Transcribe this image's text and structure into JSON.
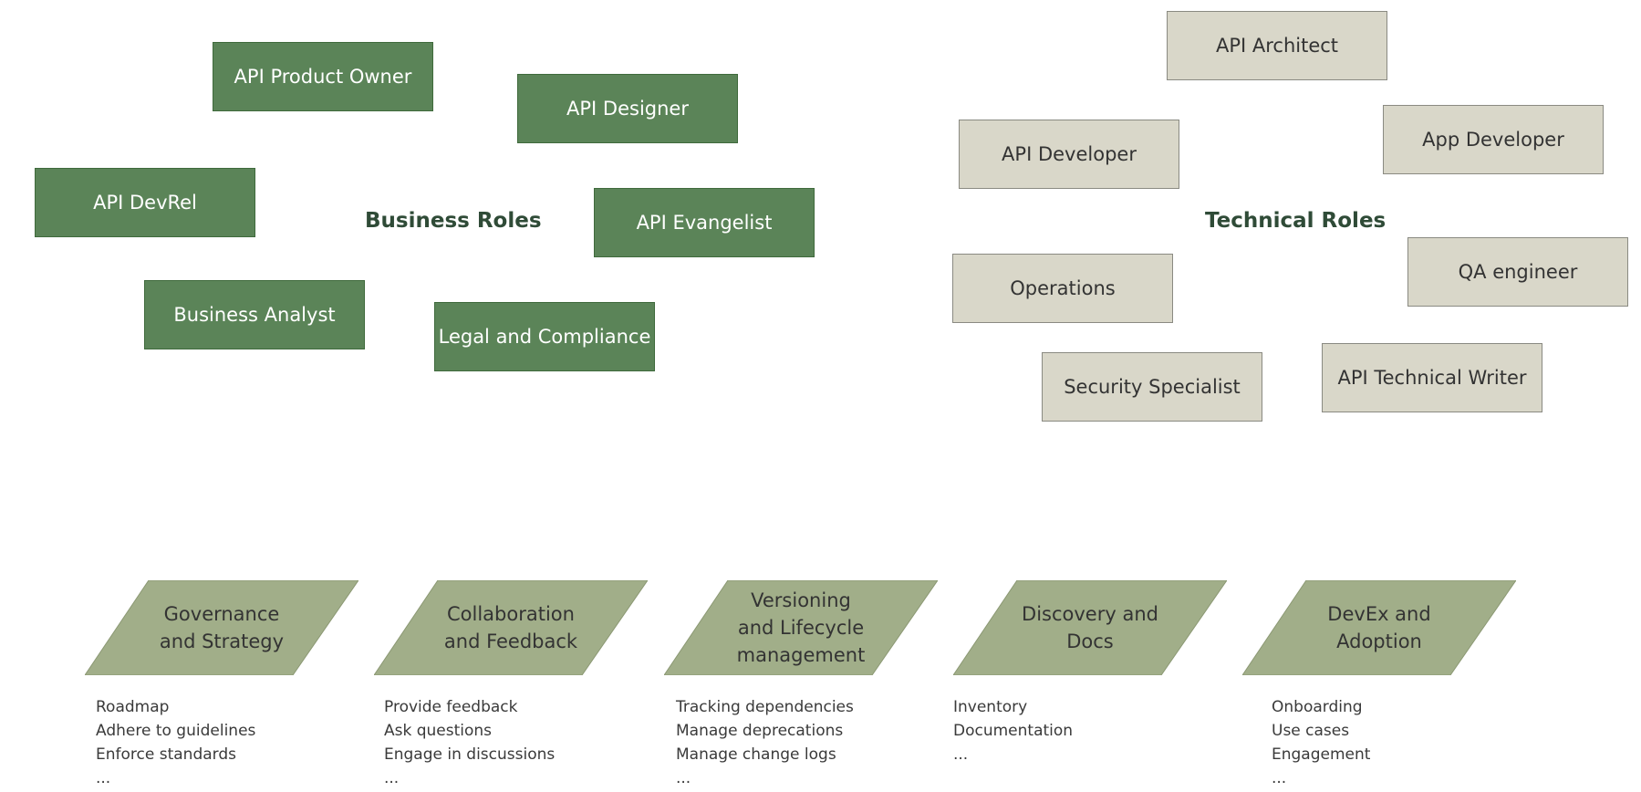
{
  "business": {
    "title": "Business Roles",
    "roles": [
      "API Product Owner",
      "API Designer",
      "API DevRel",
      "API Evangelist",
      "Business Analyst",
      "Legal and Compliance"
    ]
  },
  "technical": {
    "title": "Technical Roles",
    "roles": [
      "API Architect",
      "API Developer",
      "App Developer",
      "Operations",
      "QA engineer",
      "Security Specialist",
      "API Technical Writer"
    ]
  },
  "colors": {
    "business_box": "#5b8458",
    "technical_box": "#d9d7c9",
    "area_shape": "#a1ae89",
    "title_text": "#2f4b37"
  },
  "areas": [
    {
      "label": "Governance\nand Strategy",
      "items": [
        "Roadmap",
        "Adhere to guidelines",
        "Enforce standards",
        "..."
      ]
    },
    {
      "label": "Collaboration\nand Feedback",
      "items": [
        "Provide feedback",
        "Ask questions",
        "Engage in discussions",
        "..."
      ]
    },
    {
      "label": "Versioning\nand Lifecycle\nmanagement",
      "items": [
        "Tracking dependencies",
        "Manage deprecations",
        "Manage change logs",
        "..."
      ]
    },
    {
      "label": "Discovery and\nDocs",
      "items": [
        "Inventory",
        "Documentation",
        "..."
      ]
    },
    {
      "label": "DevEx and\nAdoption",
      "items": [
        "Onboarding",
        "Use cases",
        "Engagement",
        "..."
      ]
    }
  ]
}
